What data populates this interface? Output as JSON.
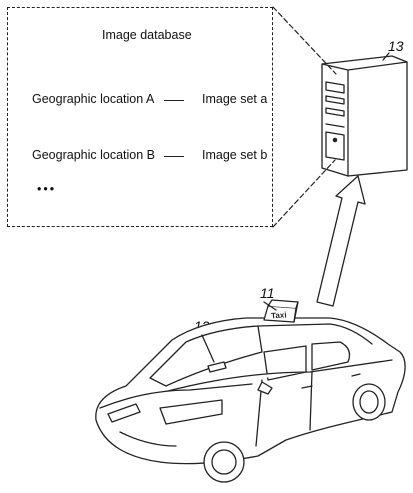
{
  "database": {
    "title": "Image database",
    "rows": [
      {
        "location": "Geographic location A",
        "image_set": "Image set a"
      },
      {
        "location": "Geographic location B",
        "image_set": "Image set b"
      }
    ],
    "ellipsis": "•••"
  },
  "labels": {
    "server": "13",
    "taxi": "11",
    "camera": "12",
    "roof_sign": "Taxi"
  }
}
